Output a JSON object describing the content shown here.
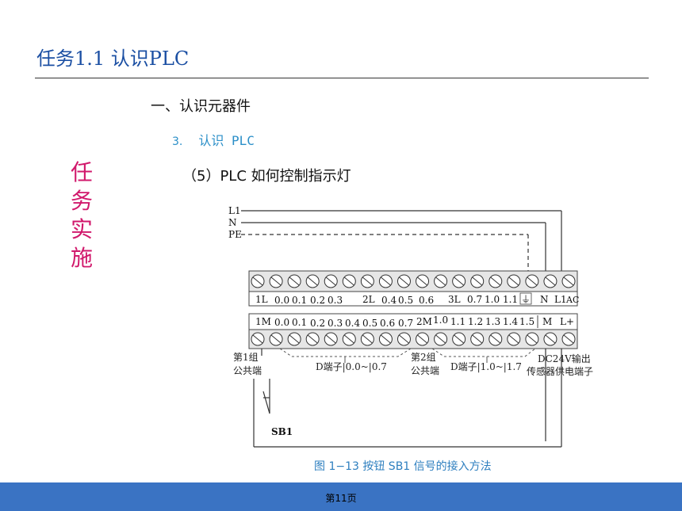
{
  "header": {
    "title": "任务1.1  认识PLC"
  },
  "side_label": [
    "任",
    "务",
    "实",
    "施"
  ],
  "content": {
    "heading1": "一、认识元器件",
    "heading2_num": "3.",
    "heading2_text": "认识 PLC",
    "heading3": "（5）PLC 如何控制指示灯"
  },
  "diagram": {
    "power_lines": [
      "L1",
      "N",
      "PE"
    ],
    "top_row_labels": [
      "1L",
      "0.0",
      "0.1",
      "0.2",
      "0.3",
      "2L",
      "0.4",
      "0.5",
      "0.6",
      "3L",
      "0.7",
      "1.0",
      "1.1",
      "N",
      "L1",
      "AC"
    ],
    "bottom_row_labels": [
      "1M",
      "0.0",
      "0.1",
      "0.2",
      "0.3",
      "0.4",
      "0.5",
      "0.6",
      "0.7",
      "2M",
      "1.0",
      "1.1",
      "1.2",
      "1.3",
      "1.4",
      "1.5",
      "M",
      "L+"
    ],
    "ground_symbol": "⏚",
    "group1_common": [
      "第1组",
      "公共端"
    ],
    "group1_terminals": "D端子|0.0~|0.7",
    "group2_common": [
      "第2组",
      "公共端"
    ],
    "group2_terminals": "D端子|1.0~|1.7",
    "dc_output": [
      "DC24V输出",
      "传感器供电端子"
    ],
    "switch_label": "SB1"
  },
  "caption": "图 1−13   按钮 SB1 信号的接入方法",
  "footer": {
    "page": "第11页"
  }
}
